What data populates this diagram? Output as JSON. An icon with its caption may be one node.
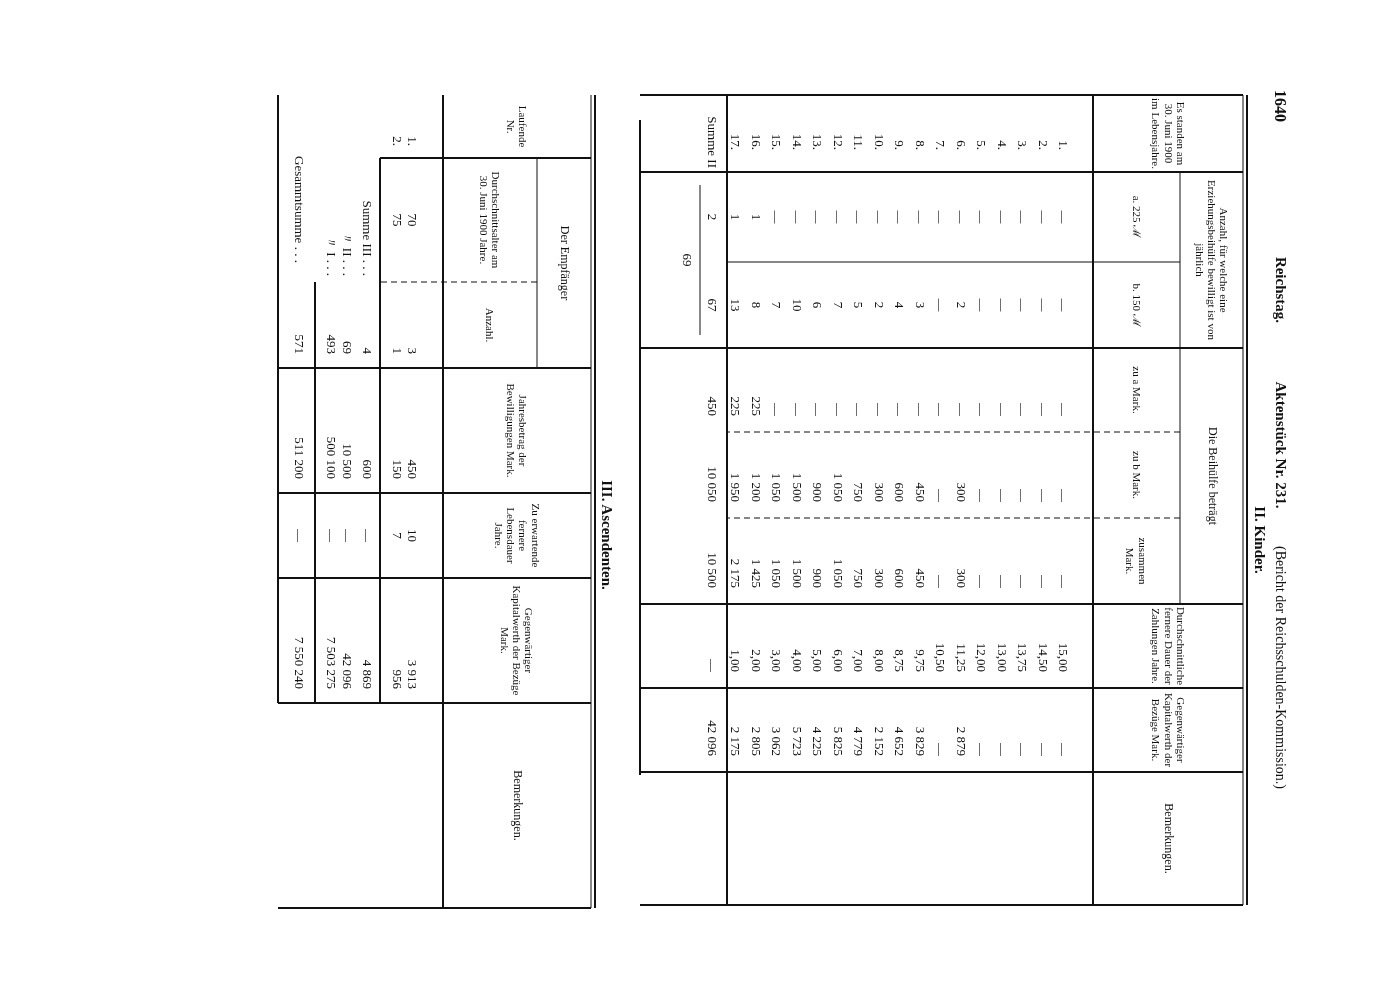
{
  "diagram": {
    "labels": [
      "1640",
      "Reichstag.",
      "Aktenstück Nr. 231.",
      "(Bericht der Reichsschulden-Kommission.)",
      "II. Kinder.",
      "Es standen am 30. Juni 1900 im Lebensjahre.",
      "Anzahl, für welche eine Erziehungsbeihülfe bewilligt ist von jährlich",
      "Die Beihülfe beträgt",
      "Durchschnittliche fernere Dauer der Zahlungen Jahre.",
      "Gegenwärtiger Kapitalwerth der Bezüge Mark.",
      "Bemerkungen.",
      "a. 225 ℳ",
      "b. 150 ℳ",
      "zu a Mark.",
      "zu b Mark.",
      "zusammen Mark.",
      "1.",
      "—",
      "—",
      "—",
      "—",
      "—",
      "15,00",
      "—",
      "2.",
      "—",
      "—",
      "—",
      "—",
      "—",
      "14,50",
      "—",
      "3.",
      "—",
      "—",
      "—",
      "—",
      "—",
      "13,75",
      "—",
      "4.",
      "—",
      "—",
      "—",
      "—",
      "—",
      "13,00",
      "—",
      "5.",
      "—",
      "—",
      "—",
      "—",
      "—",
      "12,00",
      "—",
      "6.",
      "—",
      "2",
      "—",
      "300",
      "300",
      "11,25",
      "2 879",
      "7.",
      "—",
      "—",
      "—",
      "—",
      "—",
      "10,50",
      "—",
      "8.",
      "—",
      "3",
      "—",
      "450",
      "450",
      "9,75",
      "3 829",
      "9.",
      "—",
      "4",
      "—",
      "600",
      "600",
      "8,75",
      "4 652",
      "10.",
      "—",
      "2",
      "—",
      "300",
      "300",
      "8,00",
      "2 152",
      "11.",
      "—",
      "5",
      "—",
      "750",
      "750",
      "7,00",
      "4 779",
      "12.",
      "—",
      "7",
      "—",
      "1 050",
      "1 050",
      "6,00",
      "5 825",
      "13.",
      "—",
      "6",
      "—",
      "900",
      "900",
      "5,00",
      "4 225",
      "14.",
      "—",
      "10",
      "—",
      "1 500",
      "1 500",
      "4,00",
      "5 723",
      "15.",
      "—",
      "7",
      "—",
      "1 050",
      "1 050",
      "3,00",
      "3 062",
      "16.",
      "1",
      "8",
      "225",
      "1 200",
      "1 425",
      "2,00",
      "2 805",
      "17.",
      "1",
      "13",
      "225",
      "1 950",
      "2 175",
      "1,00",
      "2 175",
      "Summe II",
      "2",
      "67",
      "450",
      "10 050",
      "10 500",
      "—",
      "42 096",
      "69",
      "III. Ascendenten.",
      "Laufende Nr.",
      "Der Empfänger",
      "Jahresbetrag der Bewilligungen Mark.",
      "Zu erwartende fernere Lebensdauer Jahre.",
      "Gegenwärtiger Kapitalwerth der Bezüge Mark.",
      "Bemerkungen.",
      "Durchschnittsalter am 30. Juni 1900 Jahre.",
      "Anzahl.",
      "1.",
      "70",
      "3",
      "450",
      "10",
      "3 913",
      "2.",
      "75",
      "1",
      "150",
      "7",
      "956",
      "Summe III . . .",
      "4",
      "600",
      "—",
      "4 869",
      "〃 II . . .",
      "69",
      "10 500",
      "—",
      "42 096",
      "〃 I . . .",
      "493",
      "500 100",
      "—",
      "7 503 275",
      "Gesammtsumme . . .",
      "571",
      "511 200",
      "—",
      "7 550 240"
    ]
  }
}
